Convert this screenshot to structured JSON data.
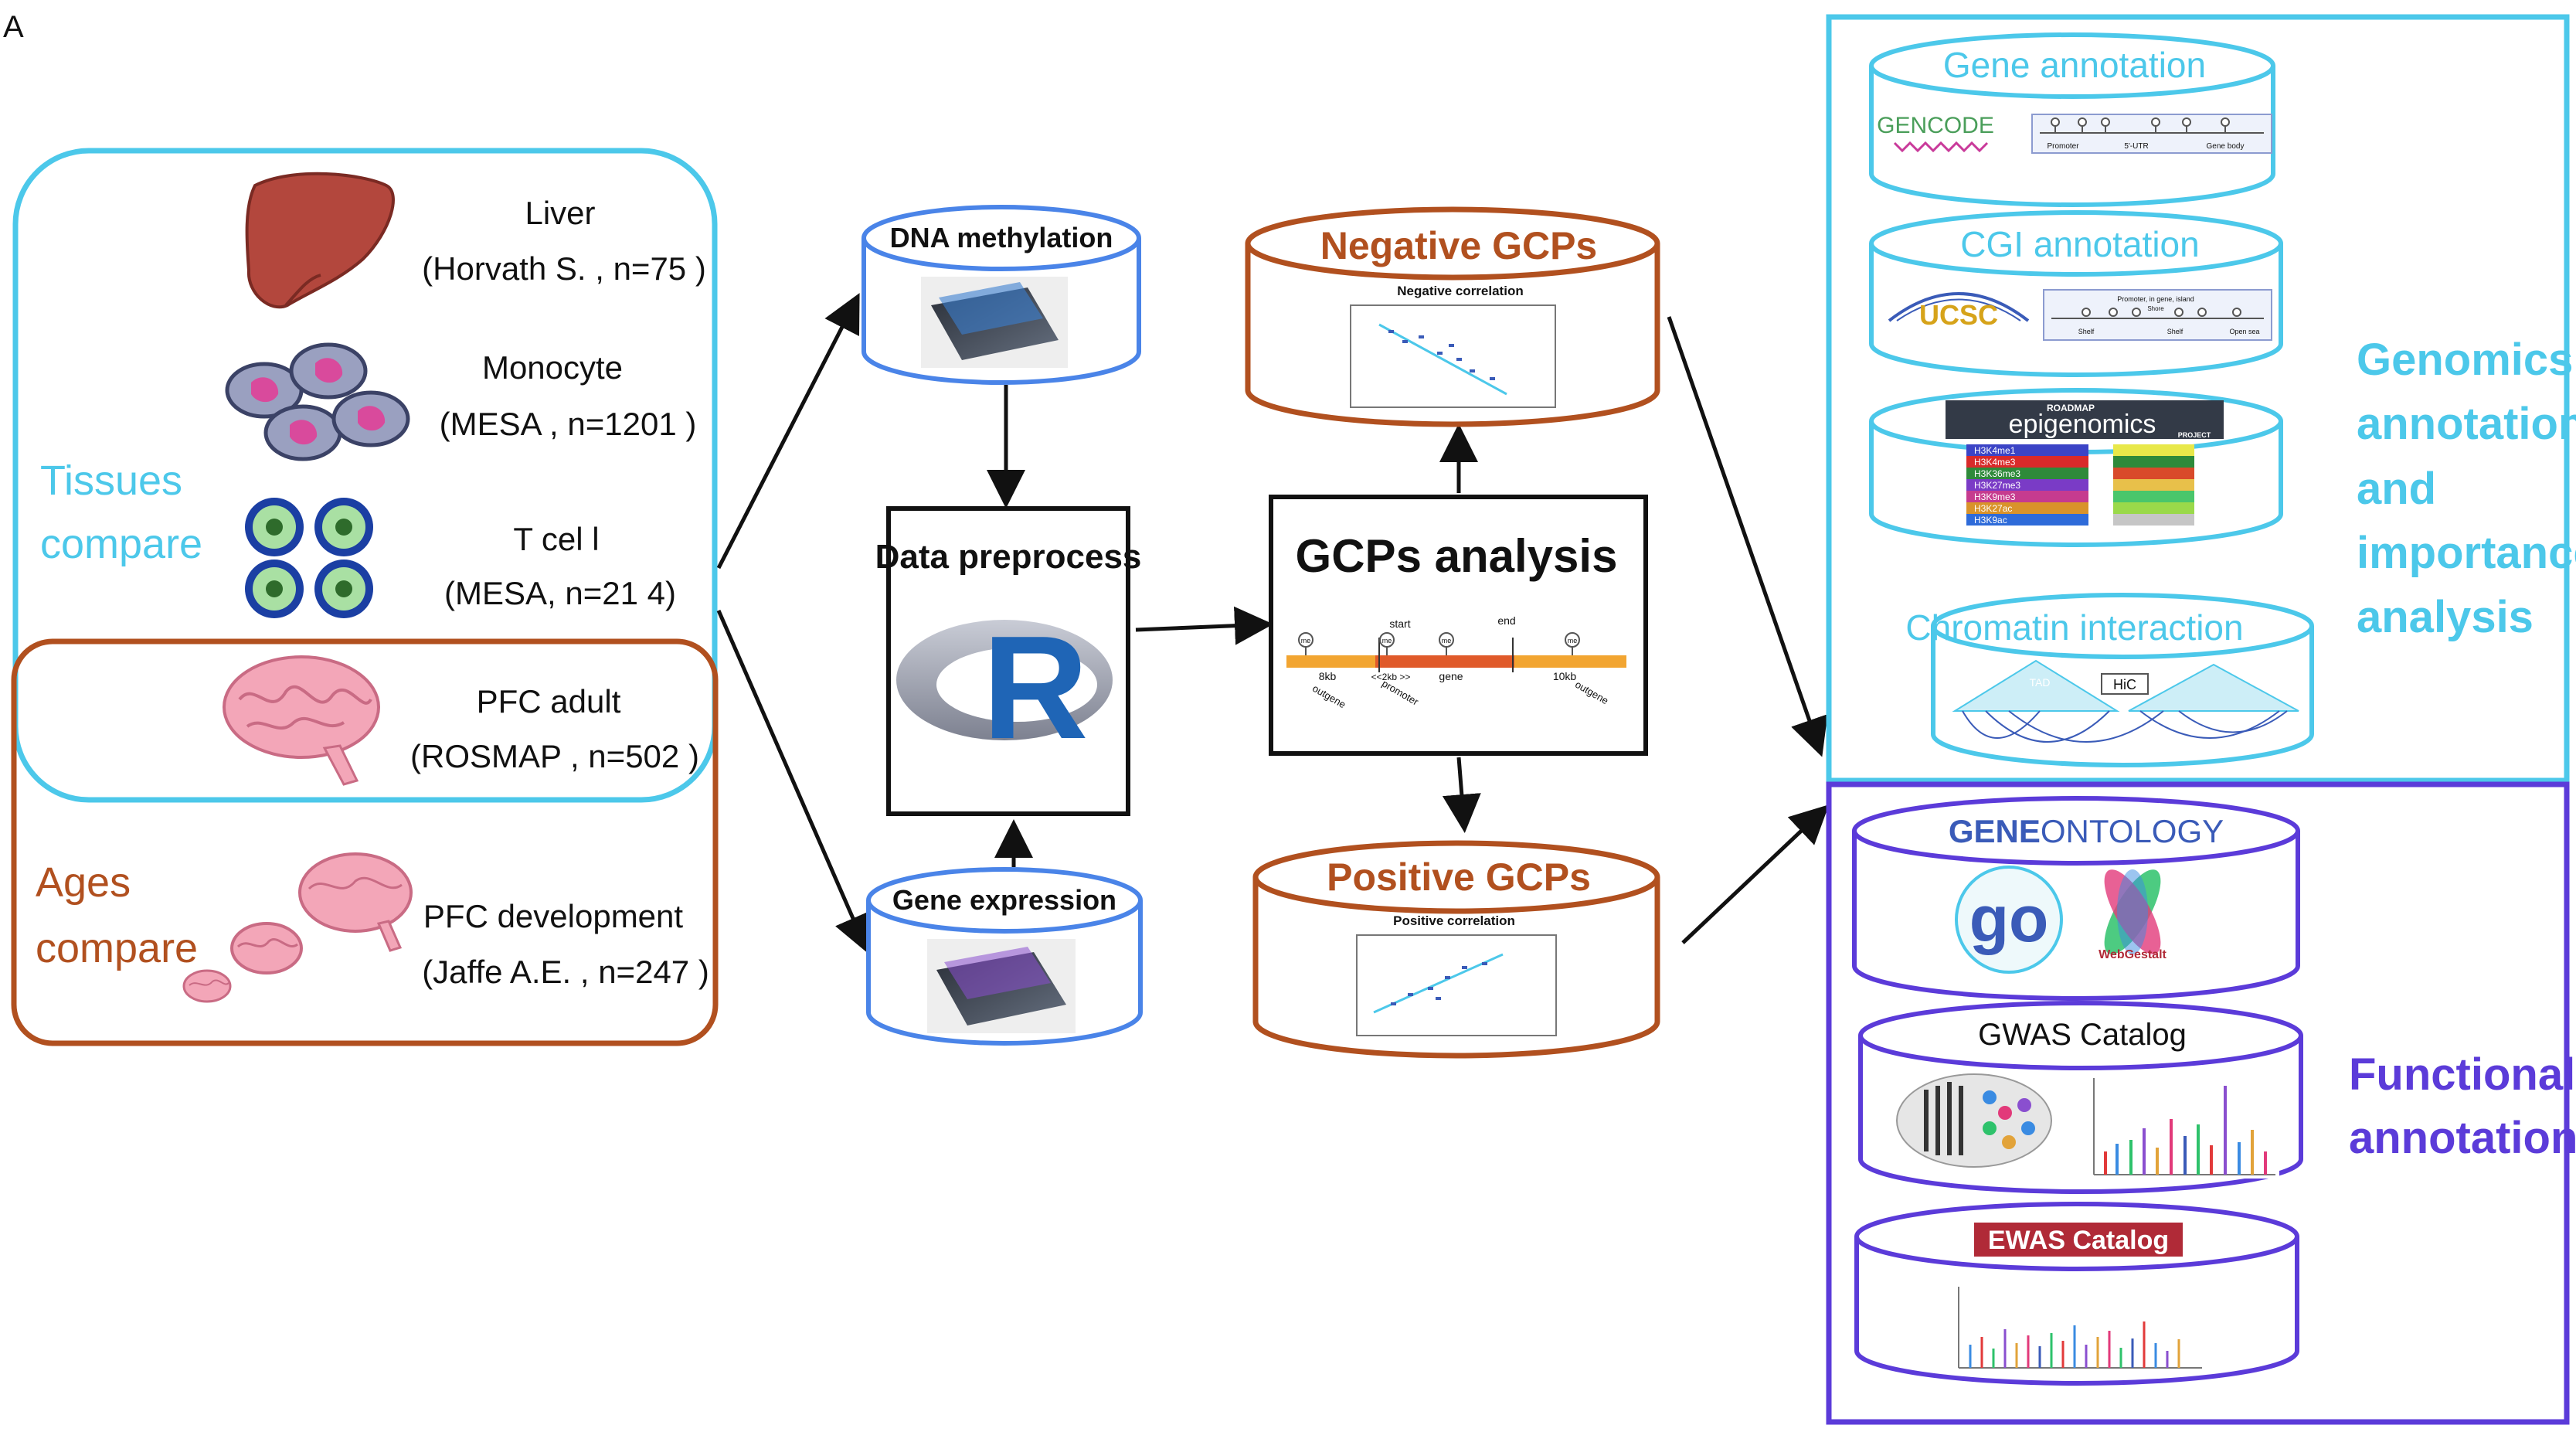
{
  "panel_letter": "A",
  "colors": {
    "cyan": "#4cc8ea",
    "brown": "#b1501f",
    "blue": "#4a84e8",
    "purple": "#5b3bd9",
    "black": "#111111",
    "orange_bar": "#f2a531",
    "orange_dark": "#e05a2a",
    "liver": "#b3473d",
    "brain": "#f3a6b8",
    "ucsc": "#d6a31a",
    "ewas_red": "#b02a37"
  },
  "left": {
    "tissues_label": [
      "Tissues",
      "compare"
    ],
    "ages_label": [
      "Ages",
      "compare"
    ],
    "samples": [
      {
        "icon": "liver-icon",
        "name": "Liver",
        "source": "(Horvath S.   , n=75  )"
      },
      {
        "icon": "monocyte-icon",
        "name": "Monocyte",
        "source": "(MESA , n=1201   )"
      },
      {
        "icon": "t-cell-icon",
        "name": "T cel l",
        "source": "(MESA,  n=21 4)"
      },
      {
        "icon": "brain-icon",
        "name": "PFC adult",
        "source": "(ROSMAP  , n=502   )"
      },
      {
        "icon": "brain-development-icon",
        "name": "PFC development",
        "source": "(Jaffe A.E. , n=247   )"
      }
    ]
  },
  "middle": {
    "dna_methylation": "DNA methylation",
    "gene_expression": "Gene expression",
    "data_preprocess": "Data preprocess",
    "r_logo": "R"
  },
  "gcp": {
    "analysis_title": "GCPs analysis",
    "negative_title": "Negative GCPs",
    "positive_title": "Positive GCPs",
    "negative_plot_title": "Negative correlation",
    "positive_plot_title": "Positive correlation",
    "gene_model": {
      "start": "start",
      "end": "end",
      "me": "me",
      "segments": [
        "8kb",
        "<<2kb >>",
        "gene",
        "10kb"
      ],
      "regions": [
        "outgene",
        "promoter",
        "outgene"
      ]
    }
  },
  "genomics": {
    "section_title": [
      "Genomics",
      "annotation",
      "and",
      "importance",
      "analysis"
    ],
    "gene_annotation": "Gene annotation",
    "gencode": "GENCODE",
    "gencode_labels": [
      "Promoter",
      "5'-UTR",
      "Gene body"
    ],
    "cgi_annotation": "CGI annotation",
    "ucsc": "UCSC",
    "cgi_labels": [
      "Promoter, in gene, island",
      "Shore",
      "Shelf",
      "Shelf",
      "Open sea"
    ],
    "roadmap_small": "ROADMAP",
    "roadmap": "epigenomics",
    "roadmap_project": "PROJECT",
    "histone_marks": [
      "H3K4me1",
      "H3K4me3",
      "H3K36me3",
      "H3K27me3",
      "H3K9me3",
      "H3K27ac",
      "H3K9ac"
    ],
    "chromatin_interaction": "Chromatin interaction",
    "tad": "TAD",
    "hic": "HiC"
  },
  "functional": {
    "section_title": [
      "Functional",
      "annotation"
    ],
    "gene_ontology_prefix": "GENE",
    "gene_ontology_suffix": "ONTOLOGY",
    "go_logo": "go",
    "webgestalt": "WebGestalt",
    "gwas": "GWAS Catalog",
    "ewas": "EWAS Catalog"
  }
}
